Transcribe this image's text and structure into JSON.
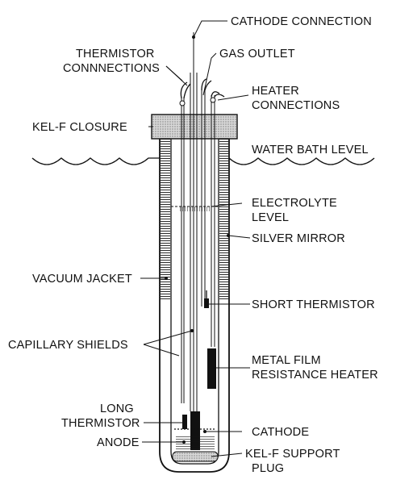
{
  "labels": {
    "cathode_connection": "CATHODE CONNECTION",
    "thermistor_connections_1": "THERMISTOR",
    "thermistor_connections_2": "CONNNECTIONS",
    "gas_outlet": "GAS OUTLET",
    "heater_connections_1": "HEATER",
    "heater_connections_2": "CONNECTIONS",
    "kelf_closure": "KEL-F CLOSURE",
    "water_bath_level": "WATER BATH LEVEL",
    "electrolyte_level_1": "ELECTROLYTE",
    "electrolyte_level_2": "LEVEL",
    "silver_mirror": "SILVER MIRROR",
    "vacuum_jacket": "VACUUM JACKET",
    "short_thermistor": "SHORT THERMISTOR",
    "capillary_shields": "CAPILLARY SHIELDS",
    "metal_film_1": "METAL FILM",
    "metal_film_2": "RESISTANCE HEATER",
    "long_thermistor_1": "LONG",
    "long_thermistor_2": "THERMISTOR",
    "cathode": "CATHODE",
    "anode": "ANODE",
    "kelf_support_1": "KEL-F SUPPORT",
    "kelf_support_2": "PLUG"
  }
}
